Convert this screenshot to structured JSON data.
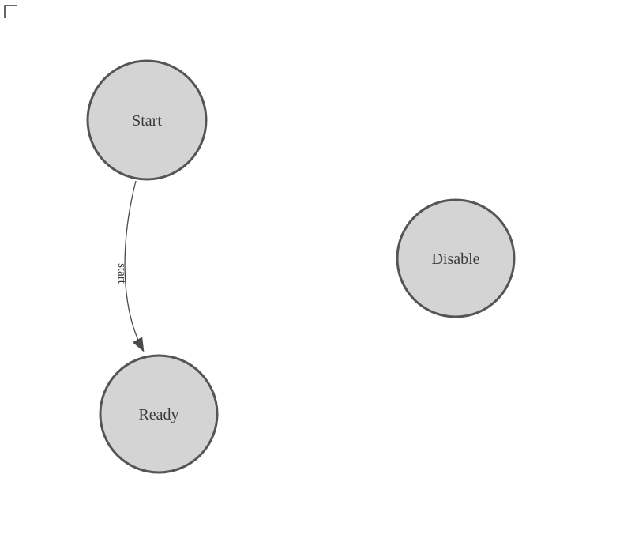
{
  "diagram": {
    "type": "state-machine-graph",
    "nodes": [
      {
        "id": "start",
        "label": "Start"
      },
      {
        "id": "ready",
        "label": "Ready"
      },
      {
        "id": "disable",
        "label": "Disable"
      }
    ],
    "edges": [
      {
        "from": "start",
        "to": "ready",
        "label": "start"
      }
    ],
    "colors": {
      "node_fill": "#d4d4d4",
      "node_stroke": "#555555",
      "node_text": "#3a3a3a",
      "edge_color": "#4a4a4a",
      "edge_text": "#3a3a3a",
      "corner_mark": "#333333"
    }
  }
}
